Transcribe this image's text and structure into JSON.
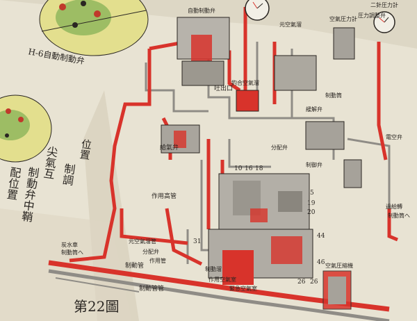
{
  "figure": {
    "number_label": "第22圖",
    "colors": {
      "paper": "#e8e3d3",
      "paper_shadow": "#c9c2ae",
      "ink": "#2a2622",
      "pipe_red": "#d8332b",
      "pipe_grey": "#8f8c86",
      "chart_yellow": "#e3df8e",
      "chart_green": "#7fae52"
    },
    "labels": {
      "valve_title": "H-6自動制動弁",
      "feed_valve": "給氣弁",
      "exhaust_port": "吐出口",
      "pipe_action": "作用高管",
      "auto_brake_valve": "自動制動弁",
      "main_reservoir_left": "元空氣溜",
      "gauge_left_label": "空氣圧力計",
      "gauge_right_label": "二針圧力計",
      "top_label": "吐出口",
      "brake_pipe": "制動管",
      "brake_bottom": "制動管管",
      "pipe_main_reservoir": "元空氣溜管",
      "equalizing": "釣合空氣溜",
      "distributing_valve": "分配弁",
      "control_valve": "制御弁",
      "release_valve": "緩解弁",
      "brake_cylinder": "制動筒",
      "right_top_label": "圧力調整弁",
      "pump": "空氣圧縮機",
      "num_44": "44",
      "num_46": "46",
      "num_5": "5",
      "num_19": "19",
      "num_20": "20",
      "num_31": "31",
      "num_26": "26",
      "num_26b": "26",
      "num_10": "10",
      "num_16": "16",
      "num_18": "18",
      "side_label_1": "制動溜",
      "side_label_2": "作用空氣室",
      "side_label_3": "緊急空氣室",
      "side_label_4": "分配弁",
      "side_label_5": "作用管",
      "right_label_1": "過給轉",
      "right_label_2": "制動筒へ",
      "right_label_3": "電空弁",
      "left_label_1": "炭水車",
      "left_label_2": "制動筒へ",
      "text_column_1": "制動弁中鞘",
      "text_column_2": "配位置",
      "text_column_3": "尖氣互",
      "text_column_4": "制調",
      "text_column_5": "位置"
    }
  }
}
